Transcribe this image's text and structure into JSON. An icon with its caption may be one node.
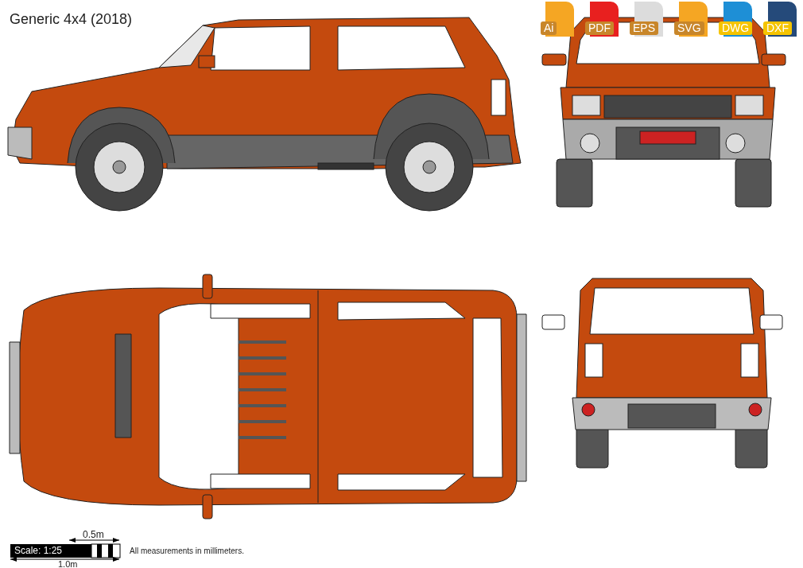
{
  "diagram": {
    "title": "Generic 4x4 (2018)",
    "labels": [
      "Ai",
      "PDF",
      "EPS",
      "SVG",
      "DWG",
      "DXF",
      "Scale: 1:25",
      "0.5m",
      "1.0m",
      "All measurements in millimeters."
    ]
  }
}
